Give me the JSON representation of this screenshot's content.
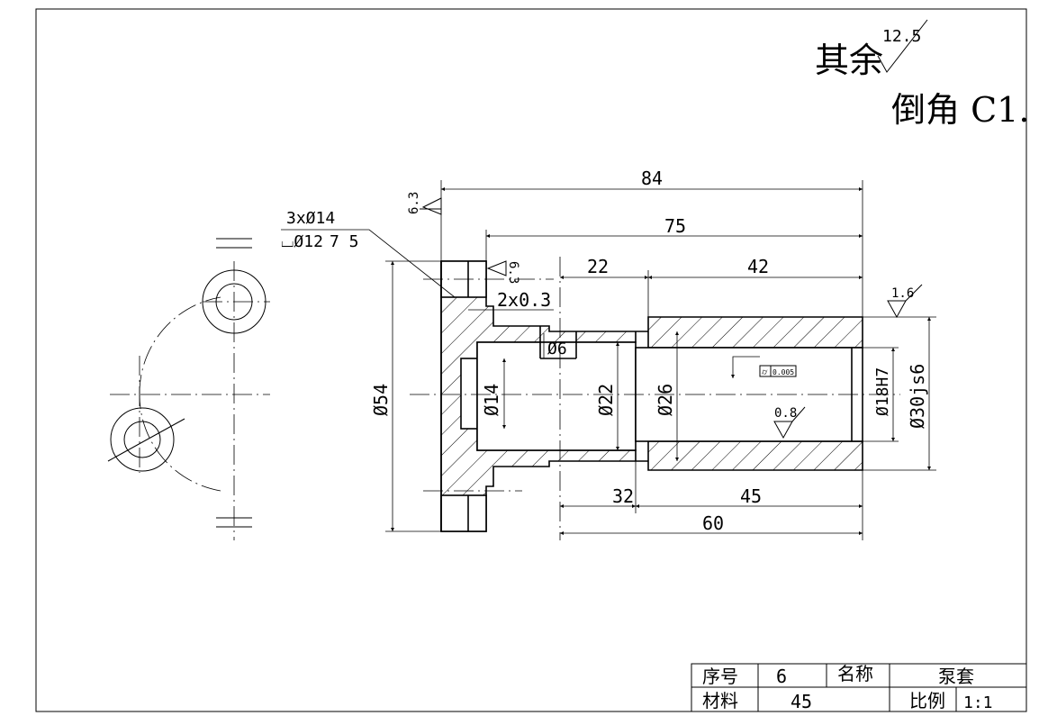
{
  "notes": {
    "remaining_label": "其余",
    "remaining_roughness": "12.5",
    "chamfer": "倒角 C1."
  },
  "dimensions": {
    "overall_length": "84",
    "length_75": "75",
    "length_22": "22",
    "length_42": "42",
    "length_32": "32",
    "length_45": "45",
    "length_60": "60",
    "dia_54": "Ø54",
    "dia_14": "Ø14",
    "dia_22": "Ø22",
    "dia_26": "Ø26",
    "dia_18h7": "Ø18H7",
    "dia_30js6": "Ø30js6",
    "dia_6": "Ø6",
    "groove": "2x0.3",
    "holes_line1": "3xØ14",
    "holes_line2": "⌴Ø12",
    "holes_depth": "7 5"
  },
  "roughness": {
    "face_left": "6.3",
    "flange": "6.3",
    "outer": "1.6",
    "bore": "0.8"
  },
  "tolerance_frame": {
    "symbol": "⌭",
    "value": "0.005"
  },
  "title_block": {
    "serial_label": "序号",
    "serial_value": "6",
    "name_label": "名称",
    "name_value": "泵套",
    "material_label": "材料",
    "material_value": "45",
    "scale_label": "比例",
    "scale_value": "1:1"
  }
}
